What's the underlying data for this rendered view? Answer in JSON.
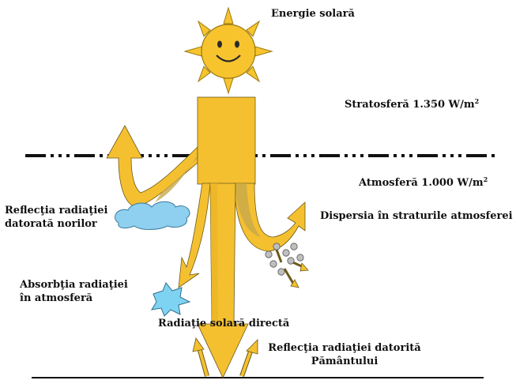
{
  "colors": {
    "sun_fill": "#F7C42E",
    "arrow_fill": "#F5C030",
    "arrow_shadow": "#C8A84C",
    "cloud_fill": "#8FD0F0",
    "burst_fill": "#7FD3F2",
    "particle_fill": "#BFBFBF",
    "line_color": "#111111"
  },
  "labels": {
    "energy": "Energie solară",
    "stratosphere": "Stratosferă 1.350 W/m",
    "stratosphere_sup": "2",
    "atmosphere": "Atmosferă 1.000 W/m",
    "atmosphere_sup": "2",
    "reflection_clouds_1": "Reflecţia radiaţiei",
    "reflection_clouds_2": "datorată norilor",
    "dispersion": "Dispersia în straturile atmosferei",
    "absorption_1": "Absorbţia radiaţiei",
    "absorption_2": "în atmosferă",
    "direct": "Radiaţie solară directă",
    "reflection_earth_1": "Reflecţia radiaţiei datorită",
    "reflection_earth_2": "Pământului"
  },
  "icons": {
    "sun": "smiling-sun-icon",
    "cloud": "cloud-icon",
    "burst": "absorption-burst-icon",
    "particles": "particles-icon"
  }
}
